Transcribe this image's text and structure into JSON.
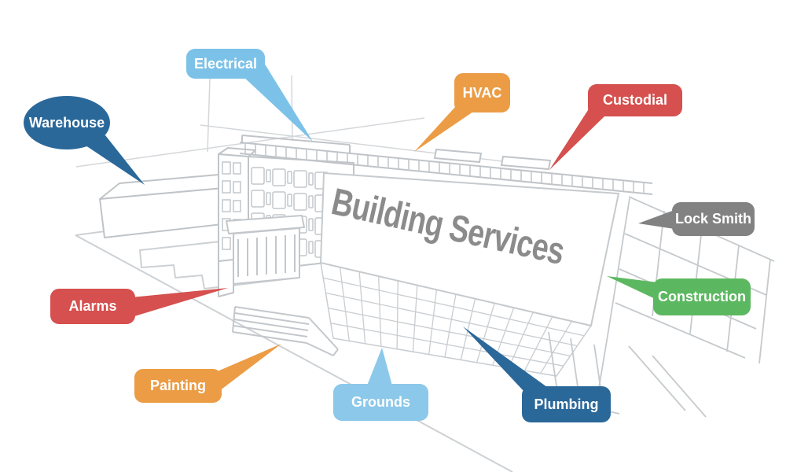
{
  "banner": {
    "text": "Building Services"
  },
  "labels": [
    {
      "id": "warehouse",
      "text": "Warehouse",
      "color": "#2b689a",
      "shape": "ellipse"
    },
    {
      "id": "electrical",
      "text": "Electrical",
      "color": "#7cc2e8",
      "shape": "rounded-rect"
    },
    {
      "id": "hvac",
      "text": "HVAC",
      "color": "#eb9c45",
      "shape": "rounded-rect"
    },
    {
      "id": "custodial",
      "text": "Custodial",
      "color": "#d5504e",
      "shape": "rounded-rect"
    },
    {
      "id": "lock-smith",
      "text": "Lock Smith",
      "color": "#828282",
      "shape": "rounded-rect"
    },
    {
      "id": "construction",
      "text": "Construction",
      "color": "#5cb860",
      "shape": "rounded-rect"
    },
    {
      "id": "plumbing",
      "text": "Plumbing",
      "color": "#2b689a",
      "shape": "rounded-rect"
    },
    {
      "id": "grounds",
      "text": "Grounds",
      "color": "#8cc8ea",
      "shape": "rounded-rect"
    },
    {
      "id": "painting",
      "text": "Painting",
      "color": "#eb9c45",
      "shape": "rounded-rect"
    },
    {
      "id": "alarms",
      "text": "Alarms",
      "color": "#d5504e",
      "shape": "rounded-rect"
    }
  ],
  "colors": {
    "background": "#ffffff",
    "sketch_line": "#c6cacd",
    "banner_text": "#8b8b8b",
    "label_text": "#ffffff"
  }
}
